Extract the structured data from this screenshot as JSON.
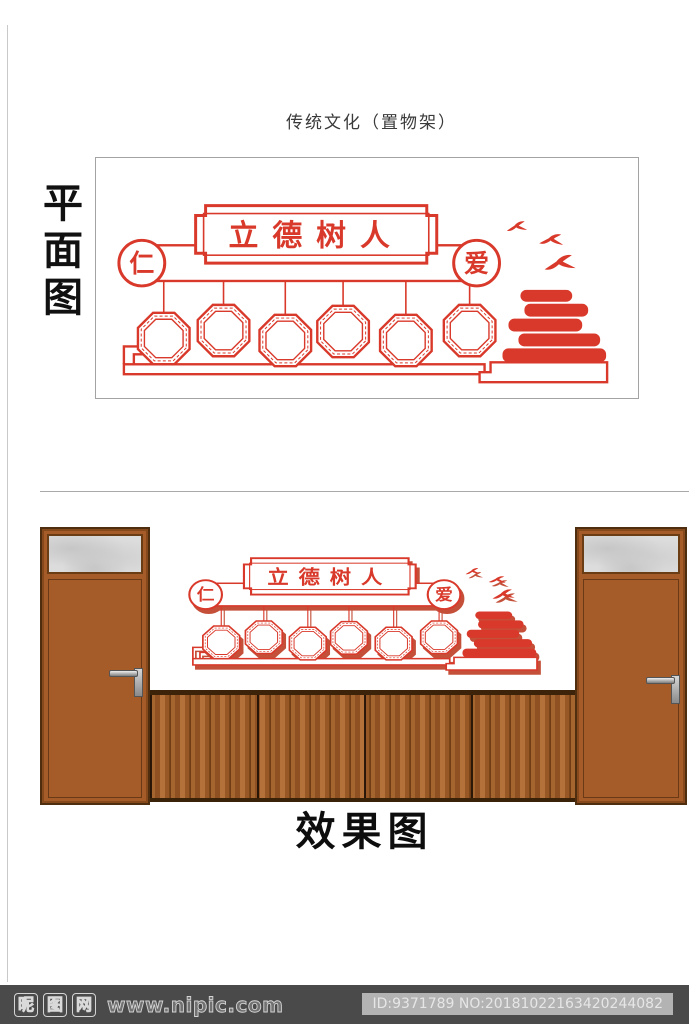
{
  "header": {
    "title": "传统文化（置物架）"
  },
  "plan_view": {
    "label": "平面图"
  },
  "effect_view": {
    "label": "效果图"
  },
  "design": {
    "banner_text": "立德树人",
    "left_badge": "仁",
    "right_badge": "爱",
    "octagon_count": 6,
    "colors": {
      "red": "#d9392a",
      "red_shadow": "#c4503a"
    }
  },
  "watermark": {
    "site_chars": [
      "昵",
      "图",
      "网"
    ],
    "site_url": "www.nipic.com",
    "id_text": "ID:9371789 NO:20181022163420244082",
    "bar_color": "#4a4a4a"
  }
}
